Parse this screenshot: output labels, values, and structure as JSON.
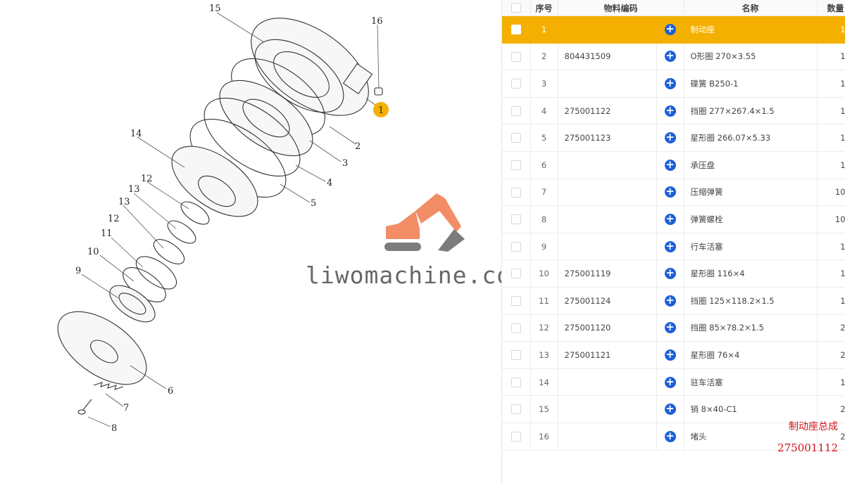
{
  "watermark": {
    "text": "liwomachine.com",
    "logo_icon": "excavator-icon"
  },
  "diagram": {
    "callouts": [
      "1",
      "2",
      "3",
      "4",
      "5",
      "6",
      "7",
      "8",
      "9",
      "10",
      "11",
      "12",
      "12",
      "13",
      "13",
      "14",
      "15",
      "16"
    ],
    "highlight_color": "#f3b000"
  },
  "table": {
    "headers": {
      "seq": "序号",
      "code": "物料编码",
      "name": "名称",
      "qty": "数量"
    },
    "rows": [
      {
        "seq": "1",
        "code": "",
        "name": "制动座",
        "qty": "1"
      },
      {
        "seq": "2",
        "code": "804431509",
        "name": "O形圈 270×3.55",
        "qty": "1"
      },
      {
        "seq": "3",
        "code": "",
        "name": "碟簧 B250-1",
        "qty": "1"
      },
      {
        "seq": "4",
        "code": "275001122",
        "name": "挡圈 277×267.4×1.5",
        "qty": "1"
      },
      {
        "seq": "5",
        "code": "275001123",
        "name": "星形圈 266.07×5.33",
        "qty": "1"
      },
      {
        "seq": "6",
        "code": "",
        "name": "承压盘",
        "qty": "1"
      },
      {
        "seq": "7",
        "code": "",
        "name": "压缩弹簧",
        "qty": "10"
      },
      {
        "seq": "8",
        "code": "",
        "name": "弹簧螺栓",
        "qty": "10"
      },
      {
        "seq": "9",
        "code": "",
        "name": "行车活塞",
        "qty": "1"
      },
      {
        "seq": "10",
        "code": "275001119",
        "name": "星形圈 116×4",
        "qty": "1"
      },
      {
        "seq": "11",
        "code": "275001124",
        "name": "挡圈 125×118.2×1.5",
        "qty": "1"
      },
      {
        "seq": "12",
        "code": "275001120",
        "name": "挡圈 85×78.2×1.5",
        "qty": "2"
      },
      {
        "seq": "13",
        "code": "275001121",
        "name": "星形圈 76×4",
        "qty": "2"
      },
      {
        "seq": "14",
        "code": "",
        "name": "驻车活塞",
        "qty": "1"
      },
      {
        "seq": "15",
        "code": "",
        "name": "销 8×40-C1",
        "qty": "2"
      },
      {
        "seq": "16",
        "code": "",
        "name": "堵头",
        "qty": "2"
      }
    ],
    "selected_row": "1",
    "add_icon": "plus-circle-icon",
    "accent_color": "#1d5fd6"
  },
  "assembly": {
    "name": "制动座总成",
    "code": "275001112",
    "color": "#d0121b"
  }
}
